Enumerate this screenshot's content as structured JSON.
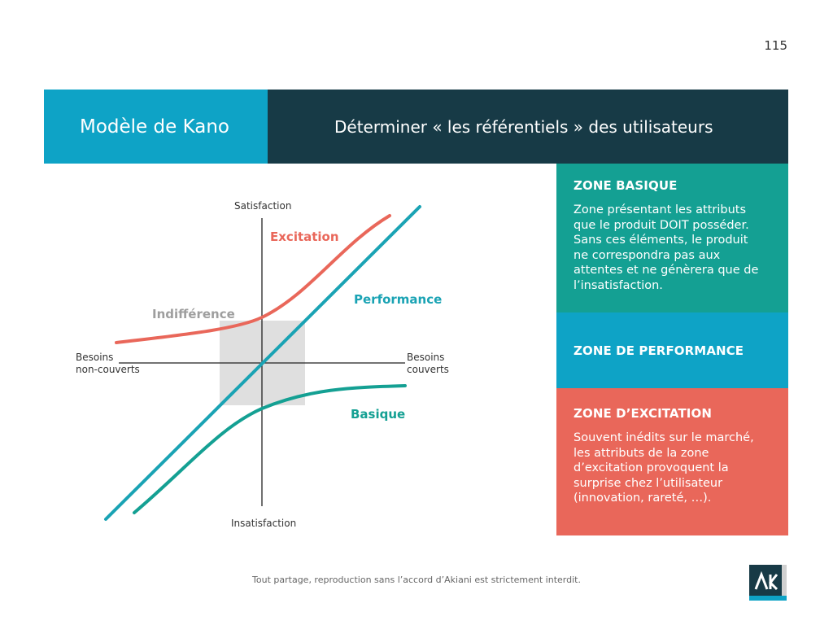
{
  "page_number": "115",
  "header": {
    "left_title": "Modèle de Kano",
    "right_title": "Déterminer « les référentiels » des utilisateurs"
  },
  "zones": {
    "basique": {
      "title": "ZONE BASIQUE",
      "lines": [
        "Zone présentant les attributs",
        "que le produit DOIT posséder.",
        "Sans ces éléments, le produit",
        "ne correspondra pas aux",
        "attentes et ne génèrera que de",
        "l’insatisfaction."
      ]
    },
    "performance": {
      "title": "ZONE DE PERFORMANCE"
    },
    "excitation": {
      "title": "ZONE D’EXCITATION",
      "lines": [
        "Souvent inédits sur le marché,",
        "les attributs de la zone",
        "d’excitation provoquent la",
        "surprise chez l’utilisateur",
        "(innovation, rareté, …)."
      ]
    }
  },
  "diagram": {
    "axis_top": "Satisfaction",
    "axis_bottom": "Insatisfaction",
    "axis_left": [
      "Besoins",
      "non-couverts"
    ],
    "axis_right": [
      "Besoins",
      "couverts"
    ],
    "curves": {
      "excitation": "Excitation",
      "performance": "Performance",
      "basique": "Basique",
      "indifference": "Indifférence"
    },
    "colors": {
      "excitation": "#e9675a",
      "performance": "#1aa3b4",
      "basique": "#14a093",
      "indifference": "#9e9e9e",
      "indifference_zone": "#d9d9d9"
    }
  },
  "footer": "Tout partage, reproduction sans l’accord d’Akiani est strictement interdit.",
  "colors": {
    "header_left": "#0ea3c6",
    "header_right": "#173a46",
    "zone_basique": "#14a093",
    "zone_performance": "#0ea3c6",
    "zone_excitation": "#e9675a"
  },
  "logo": {
    "icon": "akiani-logo-icon"
  }
}
